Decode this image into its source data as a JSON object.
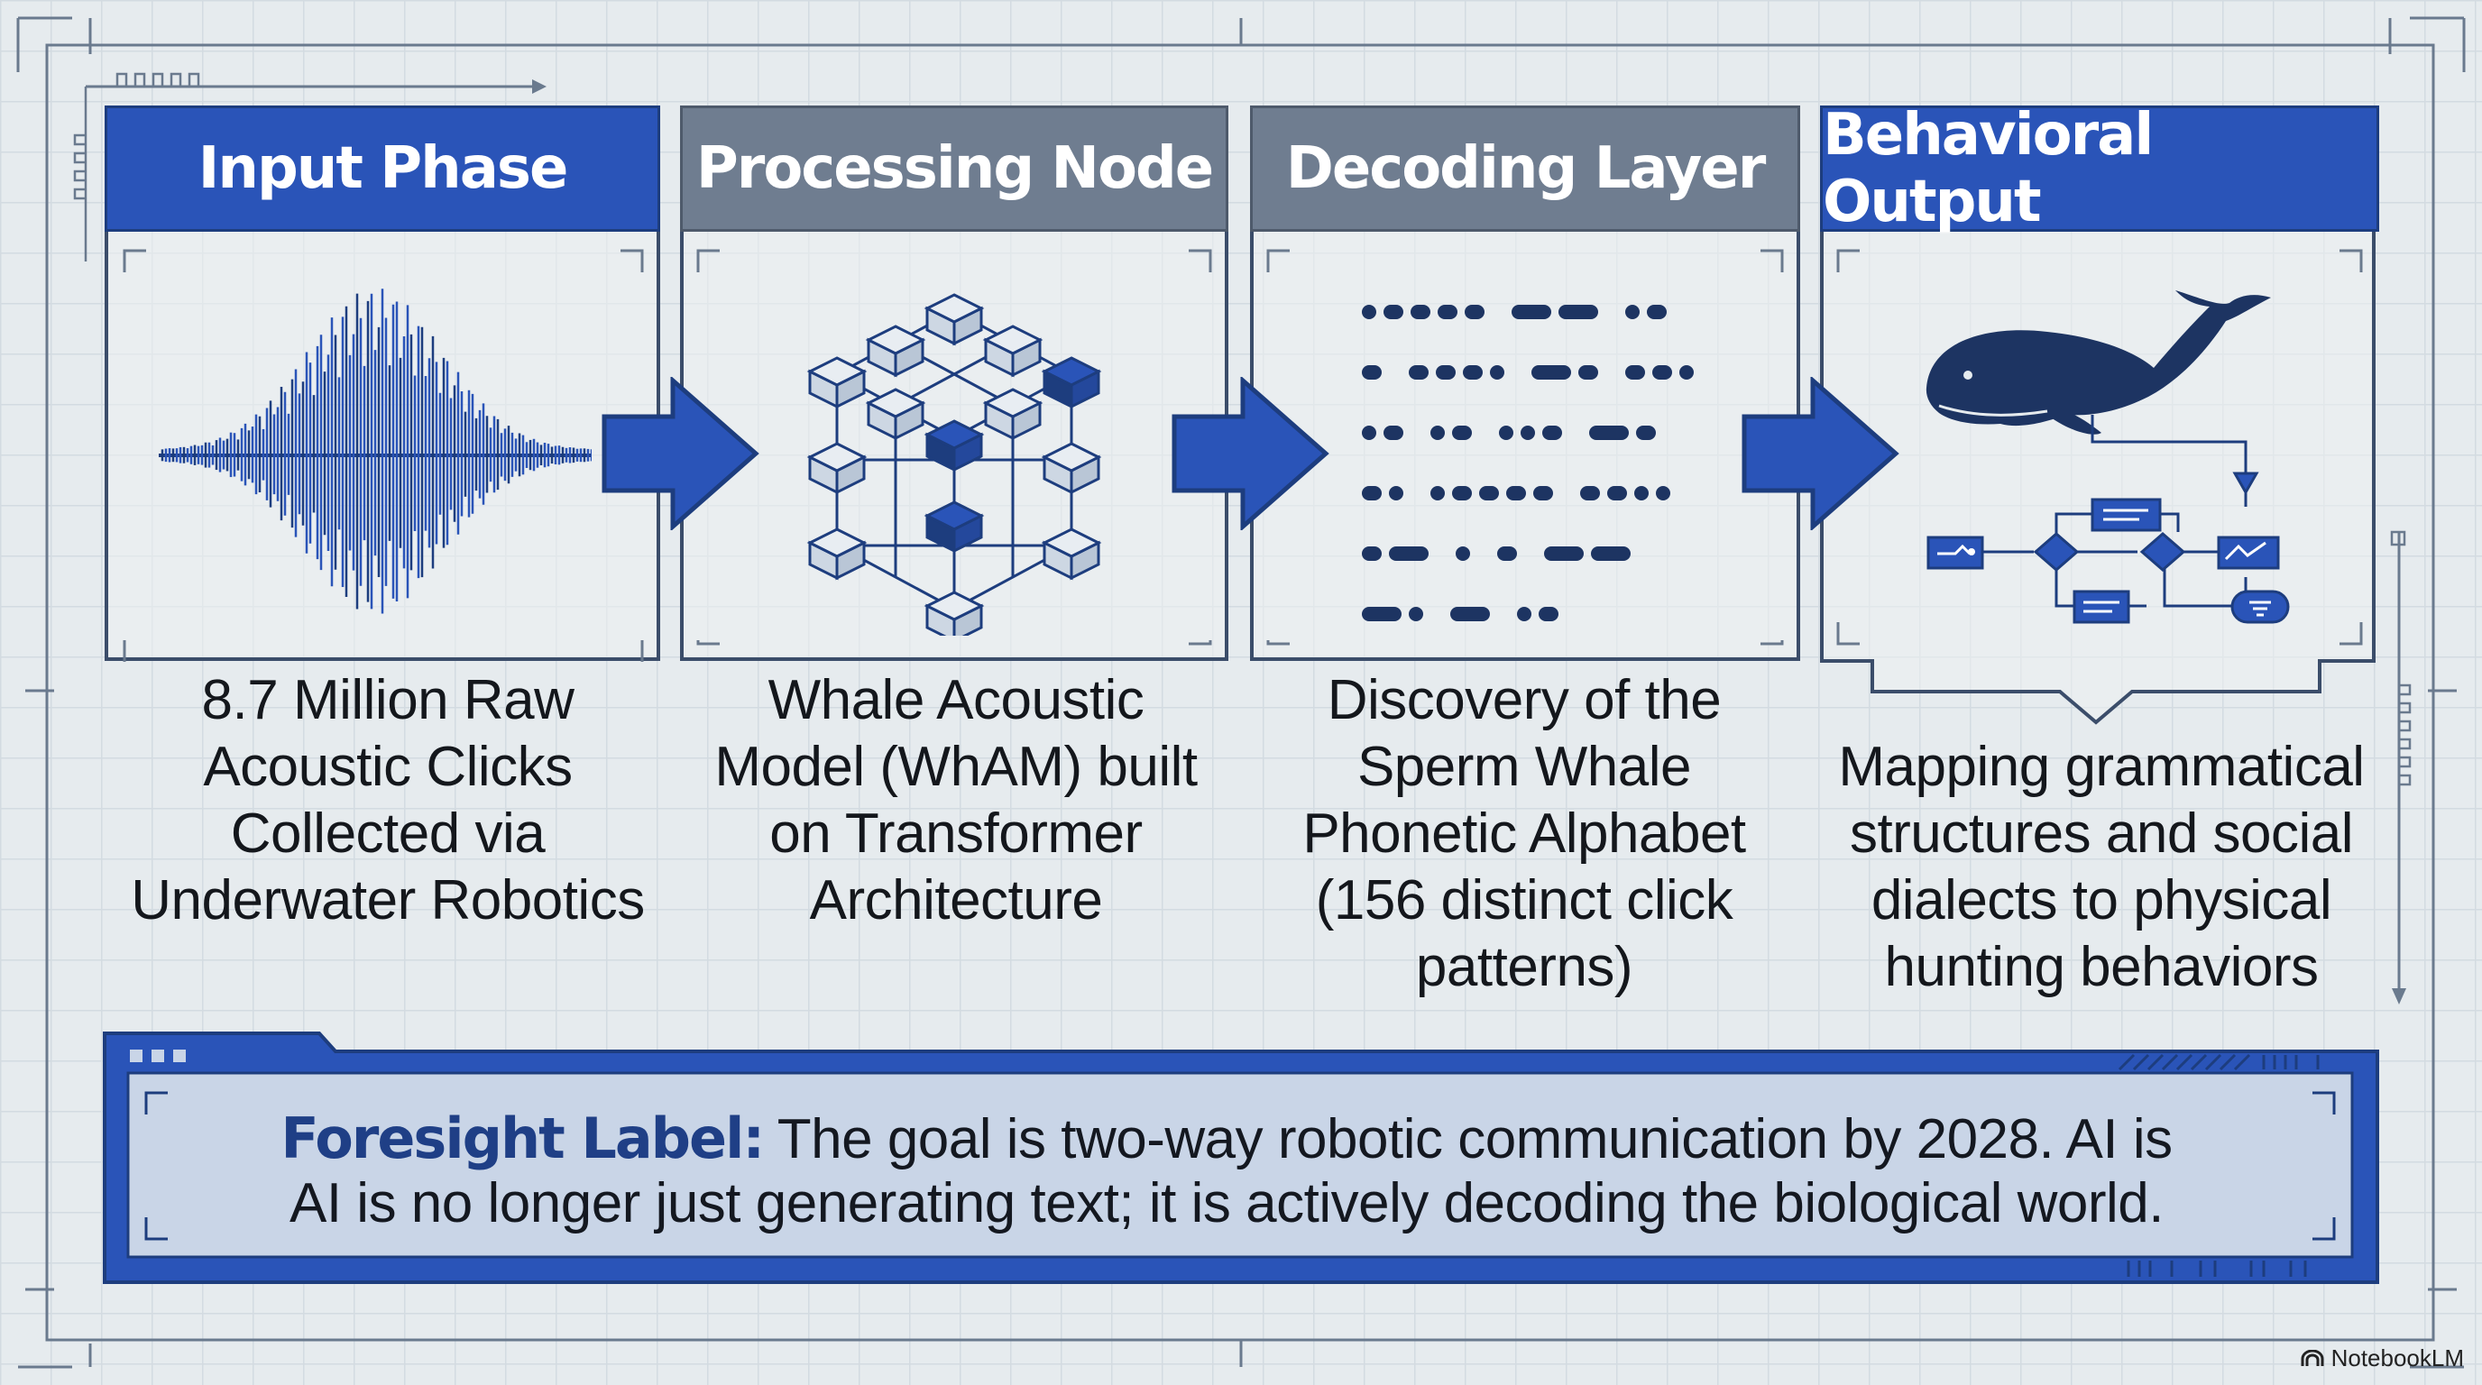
{
  "stages": [
    {
      "id": "input",
      "title": "Input Phase",
      "description": [
        "8.7 Million Raw",
        "Acoustic Clicks",
        "Collected via",
        "Underwater Robotics"
      ],
      "icon": "waveform-icon",
      "header_color": "#2a54b8"
    },
    {
      "id": "processing",
      "title": "Processing Node",
      "description": [
        "Whale Acoustic",
        "Model (WhAM) built",
        "on Transformer",
        "Architecture"
      ],
      "icon": "neural-cube-icon",
      "header_color": "#6f7d90"
    },
    {
      "id": "decoding",
      "title": "Decoding Layer",
      "description": [
        "Discovery of the",
        "Sperm Whale",
        "Phonetic Alphabet",
        "(156 distinct click",
        "patterns)"
      ],
      "icon": "click-pattern-icon",
      "header_color": "#6f7d90"
    },
    {
      "id": "output",
      "title": "Behavioral Output",
      "description": [
        "Mapping grammatical",
        "structures and social",
        "dialects to physical",
        "hunting behaviors"
      ],
      "icon": "whale-flowchart-icon",
      "header_color": "#2a54b8"
    }
  ],
  "footer": {
    "label": "Foresight Label:",
    "line1": "The goal is two-way robotic communication by 2028. AI is",
    "line2": "AI is no longer just generating text; it is actively decoding the biological world."
  },
  "watermark": "NotebookLM",
  "colors": {
    "primary": "#2a54b8",
    "dark": "#1d3d7e",
    "gray_header": "#6f7d90",
    "frame": "#3b4d6a",
    "footer_fill": "#c9d5e7"
  }
}
